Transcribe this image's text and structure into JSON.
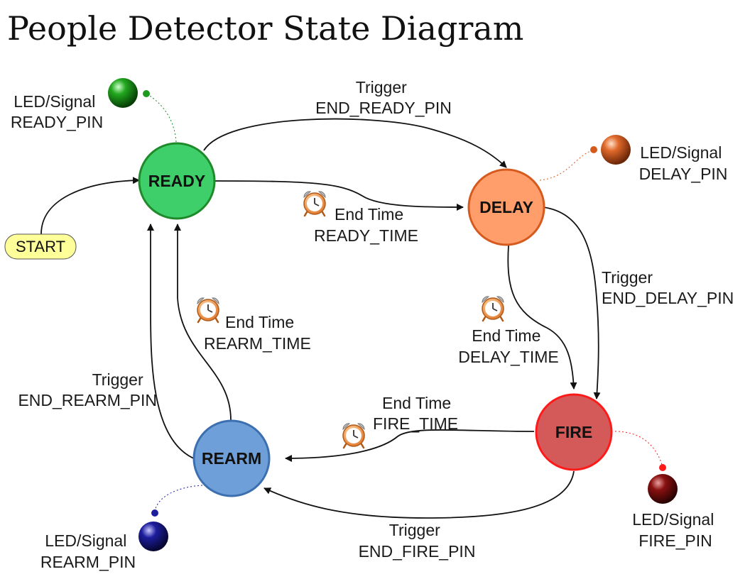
{
  "title": "People Detector State Diagram",
  "start": "START",
  "states": {
    "ready": "READY",
    "delay": "DELAY",
    "fire": "FIRE",
    "rearm": "REARM"
  },
  "transitions": {
    "ready_to_delay_trigger": [
      "Trigger",
      "END_READY_PIN"
    ],
    "ready_to_delay_timer": [
      "End Time",
      "READY_TIME"
    ],
    "delay_to_fire_trigger": [
      "Trigger",
      "END_DELAY_PIN"
    ],
    "delay_to_fire_timer": [
      "End Time",
      "DELAY_TIME"
    ],
    "fire_to_rearm_timer": [
      "End Time",
      "FIRE_TIME"
    ],
    "fire_to_rearm_trigger": [
      "Trigger",
      "END_FIRE_PIN"
    ],
    "rearm_to_ready_trigger": [
      "Trigger",
      "END_REARM_PIN"
    ],
    "rearm_to_ready_timer": [
      "End Time",
      "REARM_TIME"
    ]
  },
  "leds": {
    "ready": [
      "LED/Signal",
      "READY_PIN"
    ],
    "delay": [
      "LED/Signal",
      "DELAY_PIN"
    ],
    "fire": [
      "LED/Signal",
      "FIRE_PIN"
    ],
    "rearm": [
      "LED/Signal",
      "REARM_PIN"
    ]
  },
  "colors": {
    "ready_fill": "#3fcf6a",
    "ready_stroke": "#1e8a2a",
    "delay_fill": "#ff9e6a",
    "delay_stroke": "#d65a1e",
    "fire_fill": "#d45a5a",
    "fire_stroke": "#ff1a1a",
    "rearm_fill": "#6f9fd8",
    "rearm_stroke": "#3b6fb0",
    "start_fill": "#ffff99"
  },
  "icons": {
    "timer": "alarm-clock-icon",
    "led": "led-bulb-icon"
  }
}
